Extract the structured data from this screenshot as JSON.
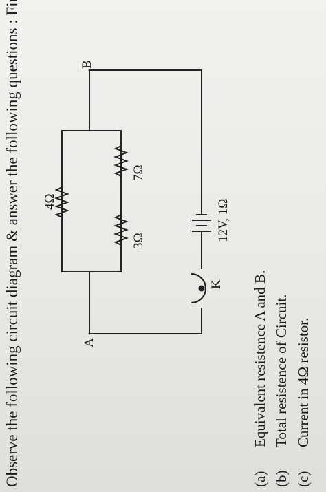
{
  "heading": "Observe the following circuit diagram & answer the following questions : Find",
  "questions": [
    {
      "tag": "(a)",
      "text": "Equivalent resistence A and B."
    },
    {
      "tag": "(b)",
      "text": "Total resistence of Circuit."
    },
    {
      "tag": "(c)",
      "text": "Current in 4Ω resistor."
    }
  ],
  "circuit": {
    "node_a": "A",
    "node_b": "B",
    "key": "K",
    "resistor_top": "4Ω",
    "resistor_left": "3Ω",
    "resistor_right": "7Ω",
    "battery": "12V, 1Ω"
  }
}
